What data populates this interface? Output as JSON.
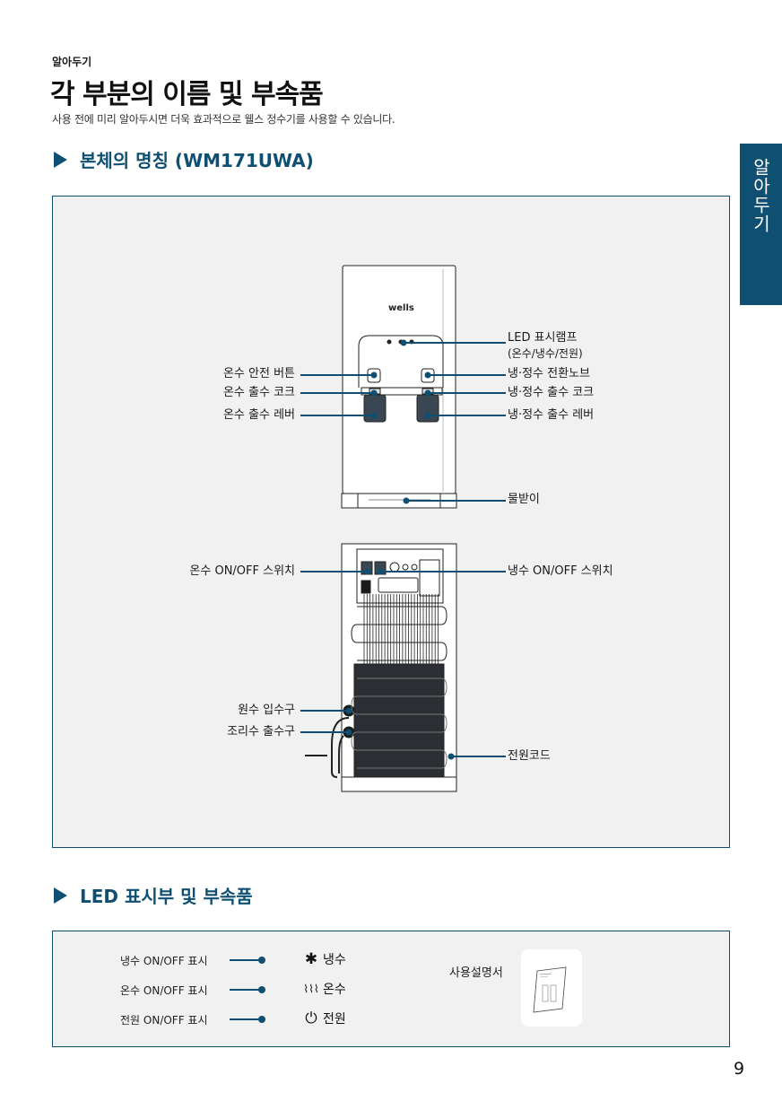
{
  "header": {
    "section_label": "알아두기",
    "title": "각 부분의 이름 및 부속품",
    "description": "사용 전에 미리 알아두시면 더욱 효과적으로 웰스 정수기를 사용할 수 있습니다."
  },
  "side_tab": {
    "label": "알아두기"
  },
  "body_section": {
    "heading": "본체의 명칭 (WM171UWA)",
    "brand": "wells",
    "front_callouts": {
      "led_lamp": "LED 표시램프",
      "led_lamp_sub": "(온수/냉수/전원)",
      "hot_safety_button": "온수 안전 버튼",
      "hot_outlet_cock": "온수 출수 코크",
      "hot_lever": "온수 출수 레버",
      "cold_knob": "냉·정수 전환노브",
      "cold_outlet_cock": "냉·정수 출수 코크",
      "cold_lever": "냉·정수 출수 레버",
      "drip_tray": "물받이"
    },
    "back_callouts": {
      "hot_switch": "온수 ON/OFF 스위치",
      "cold_switch": "냉수 ON/OFF 스위치",
      "water_inlet": "원수 입수구",
      "cooking_outlet": "조리수 출수구",
      "power_cord": "전원코드"
    }
  },
  "led_section": {
    "heading": "LED 표시부 및 부속품",
    "rows": [
      {
        "label": "냉수 ON/OFF 표시",
        "icon": "snowflake-icon",
        "icon_glyph": "✱",
        "legend": "냉수"
      },
      {
        "label": "온수 ON/OFF 표시",
        "icon": "heat-waves-icon",
        "icon_glyph": "⌇⌇⌇",
        "legend": "온수"
      },
      {
        "label": "전원 ON/OFF 표시",
        "icon": "power-icon",
        "icon_glyph": "⏻",
        "legend": "전원"
      }
    ],
    "manual_label": "사용설명서"
  },
  "page_number": "9",
  "colors": {
    "accent": "#0f4f72",
    "panel_bg": "#f1f1f2"
  }
}
